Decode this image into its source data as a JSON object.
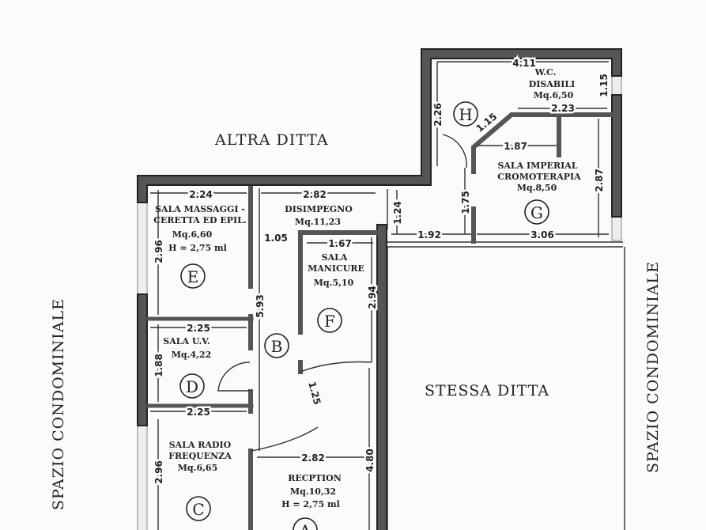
{
  "context": {
    "north": "ALTRA DITTA",
    "east_block": "STESSA DITTA",
    "left_side": "SPAZIO CONDOMINIALE",
    "right_side": "SPAZIO CONDOMINIALE"
  },
  "rooms": {
    "A": {
      "letter": "A",
      "name": "RECPTION",
      "area": "Mq.10,32",
      "height": "H = 2,75 ml"
    },
    "B": {
      "letter": "B",
      "name": "DISIMPEGNO",
      "area": "Mq.11,23"
    },
    "C": {
      "letter": "C",
      "name1": "SALA RADIO",
      "name2": "FREQUENZA",
      "area": "Mq.6,65"
    },
    "D": {
      "letter": "D",
      "name": "SALA  U.V.",
      "area": "Mq.4,22"
    },
    "E": {
      "letter": "E",
      "name1": "SALA MASSAGGI -",
      "name2": "CERETTA ED EPIL.",
      "area": "Mq.6,60",
      "height": "H = 2,75 ml"
    },
    "F": {
      "letter": "F",
      "name1": "SALA",
      "name2": "MANICURE",
      "area": "Mq.5,10"
    },
    "G": {
      "letter": "G",
      "name1": "SALA IMPERIAL",
      "name2": "CROMOTERAPIA",
      "area": "Mq.8,50"
    },
    "H": {
      "letter": "H",
      "name1": "W.C.",
      "name2": "DISABILI",
      "area": "Mq.6,50"
    }
  },
  "dimensions": {
    "e_width": "2.24",
    "e_height": "2.96",
    "b_width": "2.82",
    "b_offset": "1.05",
    "b_length": "5.93",
    "f_width": "1.67",
    "f_height": "2.94",
    "d_width_top": "2.25",
    "d_height": "1.88",
    "d_width_bottom": "2.25",
    "c_height": "2.96",
    "a_width": "2.82",
    "a_height": "4.80",
    "door": "1.25",
    "h_width": "4.11",
    "h_height": "2.26",
    "h_window": "1.15",
    "h_diag": "1.15",
    "h_inner": "2.23",
    "g_inner": "1.87",
    "g_height": "2.87",
    "g_width": "3.06",
    "corr_width": "1.92",
    "corr_height": "1.24",
    "corr_door": "1.75"
  }
}
